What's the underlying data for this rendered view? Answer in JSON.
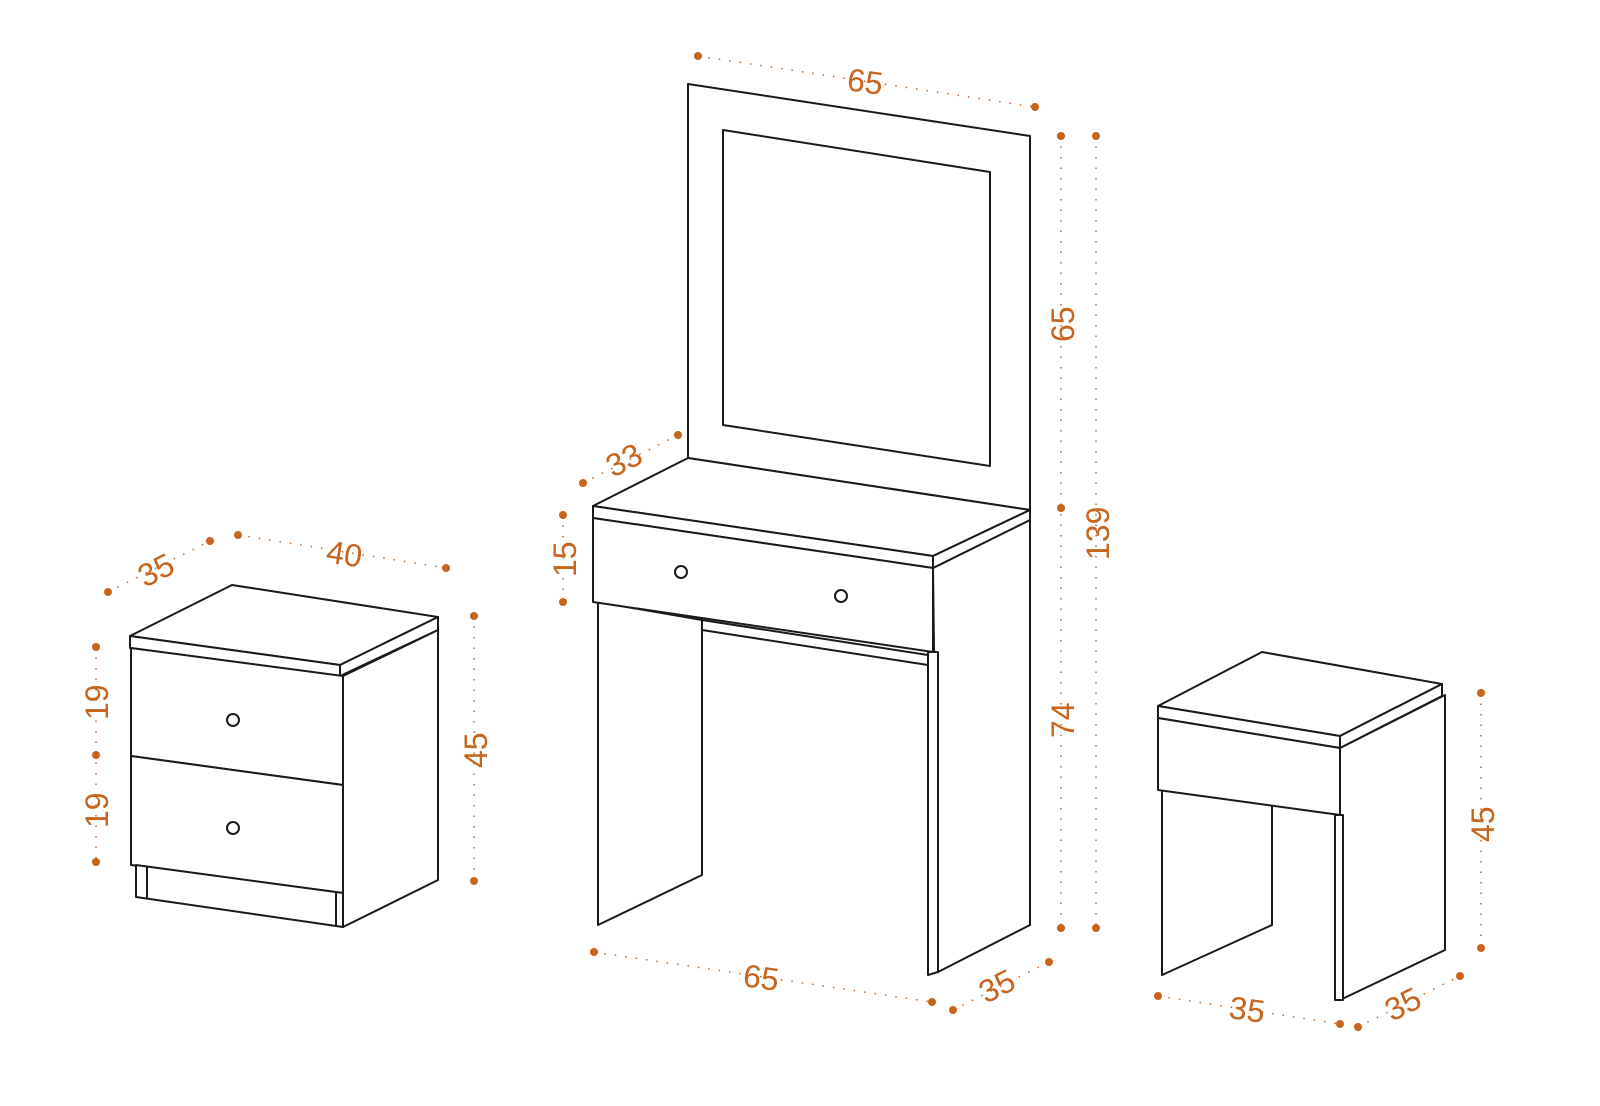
{
  "accent_color": "#c8641e",
  "nightstand": {
    "depth": "35",
    "width": "40",
    "drawer_top": "19",
    "drawer_bottom": "19",
    "height": "45"
  },
  "vanity": {
    "mirror_width": "65",
    "mirror_height": "65",
    "total_height": "139",
    "depth_top": "33",
    "drawer_height": "15",
    "table_height": "74",
    "width": "65",
    "depth": "35"
  },
  "stool": {
    "height": "45",
    "width": "35",
    "depth": "35"
  }
}
